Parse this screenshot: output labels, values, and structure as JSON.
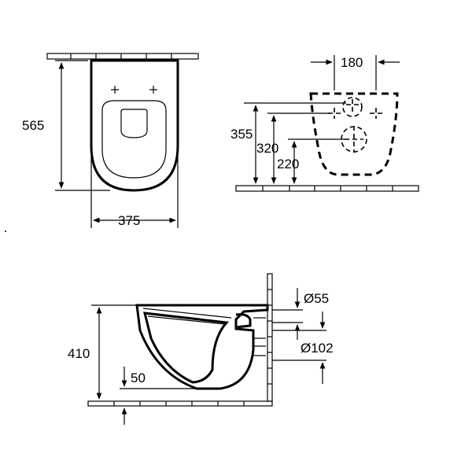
{
  "dimensions": {
    "top_view_depth": "565",
    "top_view_width": "375",
    "back_view_hole_spacing": "180",
    "back_view_height_1": "355",
    "back_view_height_2": "320",
    "back_view_height_3": "220",
    "side_view_height": "410",
    "side_view_floor_offset": "50",
    "outlet_diameter_small": "Ø55",
    "outlet_diameter_large": "Ø102"
  },
  "colors": {
    "line": "#000000",
    "background": "#ffffff"
  }
}
